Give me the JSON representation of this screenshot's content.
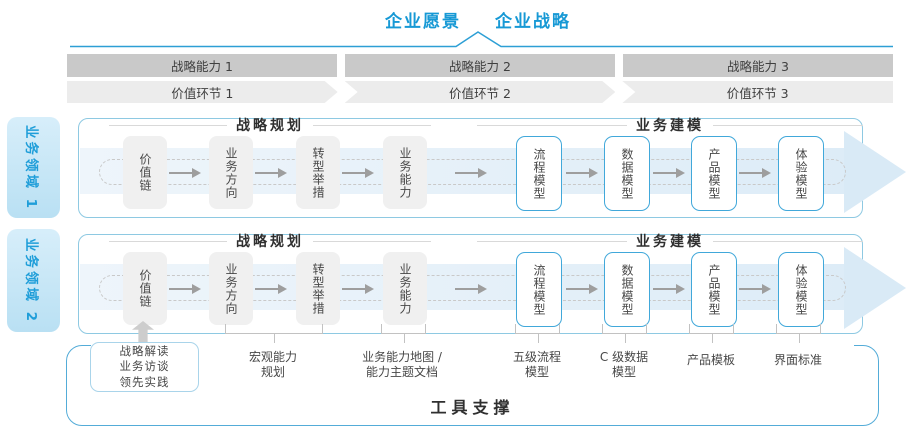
{
  "title": {
    "vision": "企业愿景",
    "strategy": "企业战略"
  },
  "strip": {
    "capabilities": [
      "战略能力 1",
      "战略能力 2",
      "战略能力 3"
    ],
    "value_links": [
      "价值环节 1",
      "价值环节 2",
      "价值环节 3"
    ]
  },
  "domains": [
    "业务领域 1",
    "业务领域 2"
  ],
  "row": {
    "planning_header": "战略规划",
    "modeling_header": "业务建模",
    "gray_boxes": [
      "价值链",
      "业务方向",
      "转型举措",
      "业务能力"
    ],
    "blue_boxes": [
      "流程模型",
      "数据模型",
      "产品模型",
      "体验模型"
    ]
  },
  "annotations": {
    "interview_box": [
      "战略解读",
      "业务访谈",
      "领先实践"
    ],
    "labels": [
      {
        "lines": [
          "宏观能力",
          "规划"
        ]
      },
      {
        "lines": [
          "业务能力地图 /",
          "能力主题文档"
        ]
      },
      {
        "lines": [
          "五级流程",
          "模型"
        ]
      },
      {
        "lines": [
          "C 级数据",
          "模型"
        ]
      },
      {
        "lines": [
          "产品模板"
        ]
      },
      {
        "lines": [
          "界面标准"
        ]
      }
    ]
  },
  "tool_support": "工具支撑",
  "colors": {
    "accent_blue": "#1799d5",
    "container_border": "#8ec9e2",
    "box_border_blue": "#41a8da",
    "bar_gray": "#c9c9c9",
    "chevron_gray": "#ececec",
    "step_box_gray": "#f0f0f0",
    "band_blue": "#ddecf7",
    "text_dark": "#2f2f2f"
  }
}
